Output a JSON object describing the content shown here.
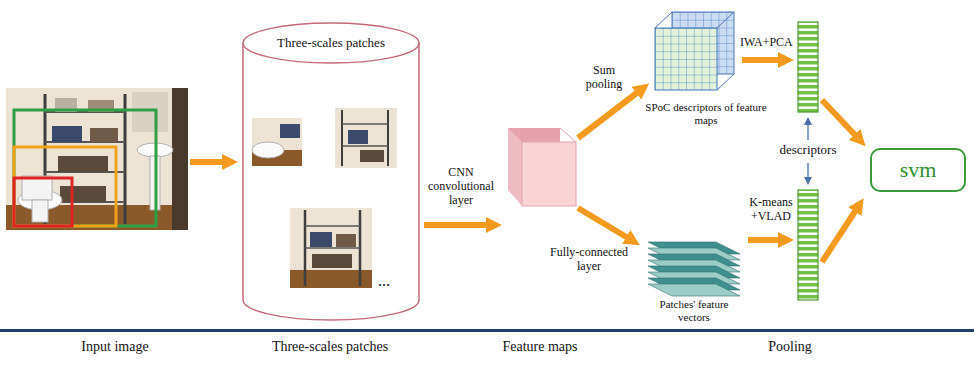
{
  "diagram": {
    "nodes": [
      {
        "text": [
          "Three-scales patches",
          "..."
        ]
      },
      {
        "text": [
          "SPoC descriptors of feature maps"
        ]
      },
      {
        "text": [
          "Patches' feature vectors"
        ]
      },
      {
        "text": [
          "svm"
        ]
      }
    ],
    "labels": [
      "CNN convolutional layer",
      "Sum pooling",
      "Fully-connected layer",
      "IWA+PCA",
      "K-means +VLAD",
      "descriptors",
      "Input image",
      "Three-scales patches",
      "Feature maps",
      "Pooling"
    ]
  }
}
